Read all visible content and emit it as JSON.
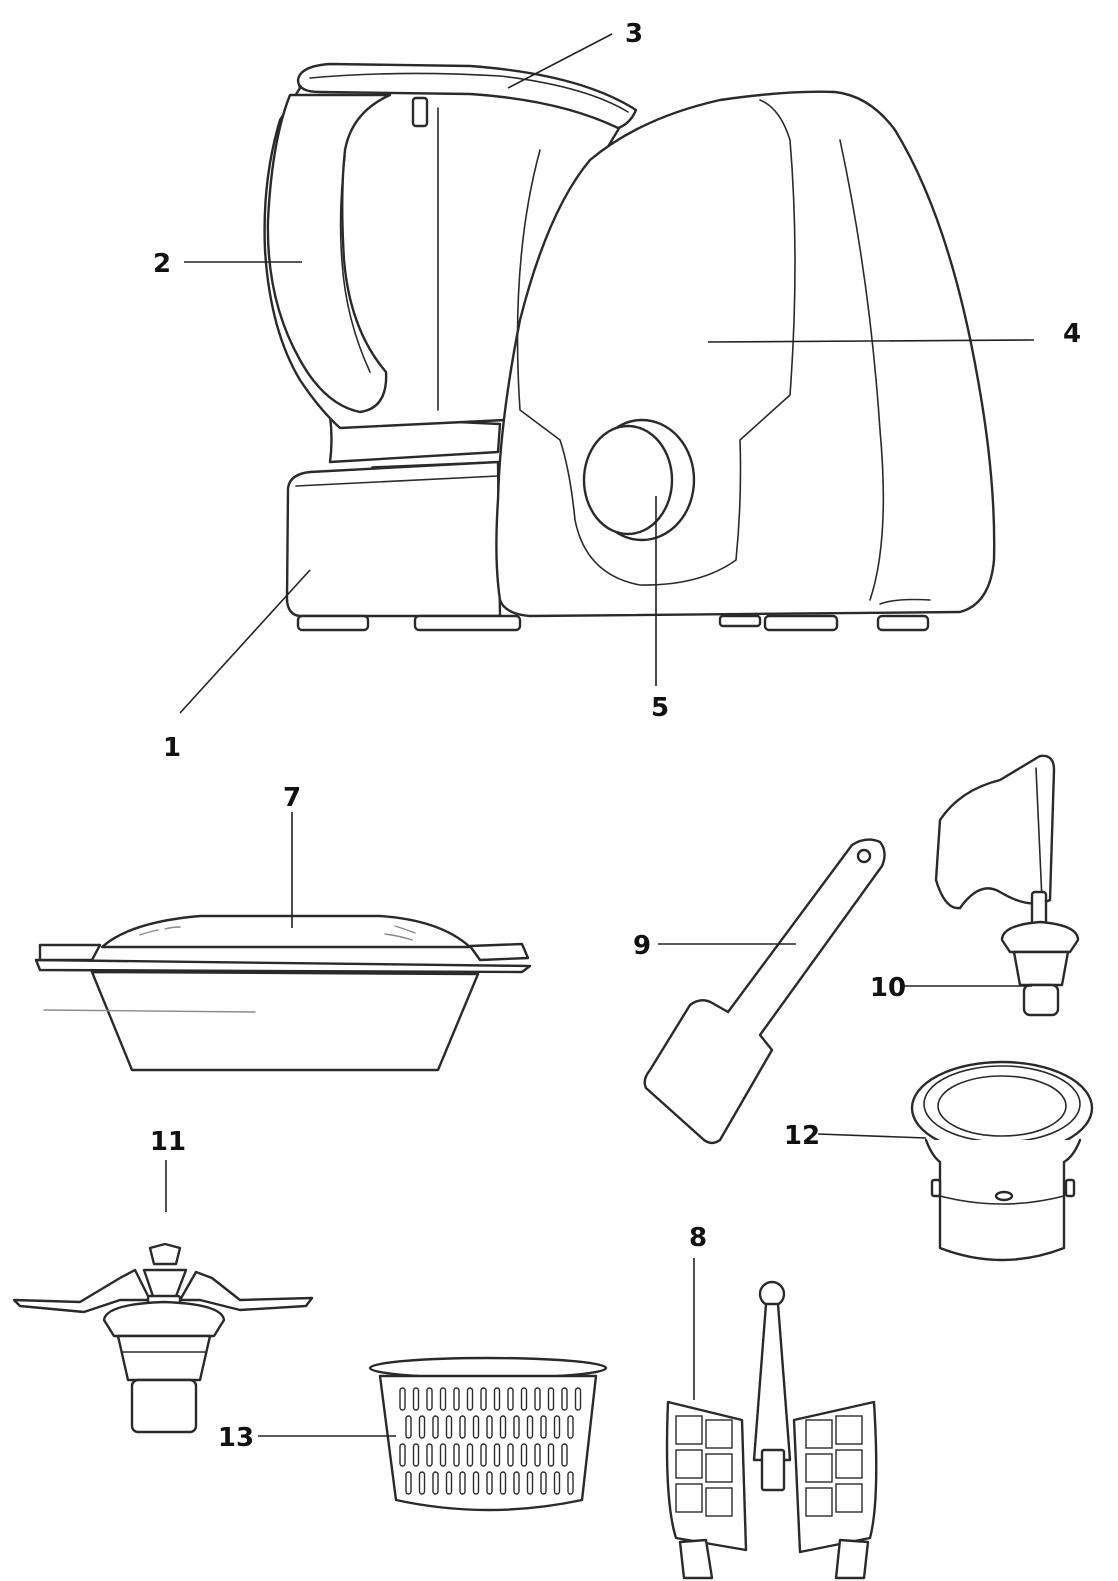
{
  "callouts": [
    {
      "id": "1",
      "label": "1"
    },
    {
      "id": "2",
      "label": "2"
    },
    {
      "id": "3",
      "label": "3"
    },
    {
      "id": "4",
      "label": "4"
    },
    {
      "id": "5",
      "label": "5"
    },
    {
      "id": "7",
      "label": "7"
    },
    {
      "id": "8",
      "label": "8"
    },
    {
      "id": "9",
      "label": "9"
    },
    {
      "id": "10",
      "label": "10"
    },
    {
      "id": "11",
      "label": "11"
    },
    {
      "id": "12",
      "label": "12"
    },
    {
      "id": "13",
      "label": "13"
    }
  ]
}
